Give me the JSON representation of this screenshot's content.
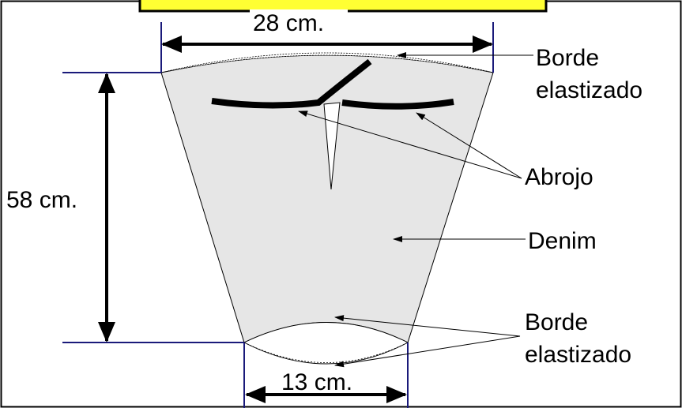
{
  "labels": {
    "top_width": "28 cm.",
    "height": "58 cm.",
    "bottom_width": "13 cm.",
    "top_edge_line1": "Borde",
    "top_edge_line2": "elastizado",
    "velcro": "Abrojo",
    "fabric": "Denim",
    "bottom_edge_line1": "Borde",
    "bottom_edge_line2": "elastizado"
  },
  "colors": {
    "header_fill": "#ffff33",
    "garment_fill": "#e6e6e6",
    "dimension_guide": "#1a1a7a",
    "outline": "#000000"
  }
}
